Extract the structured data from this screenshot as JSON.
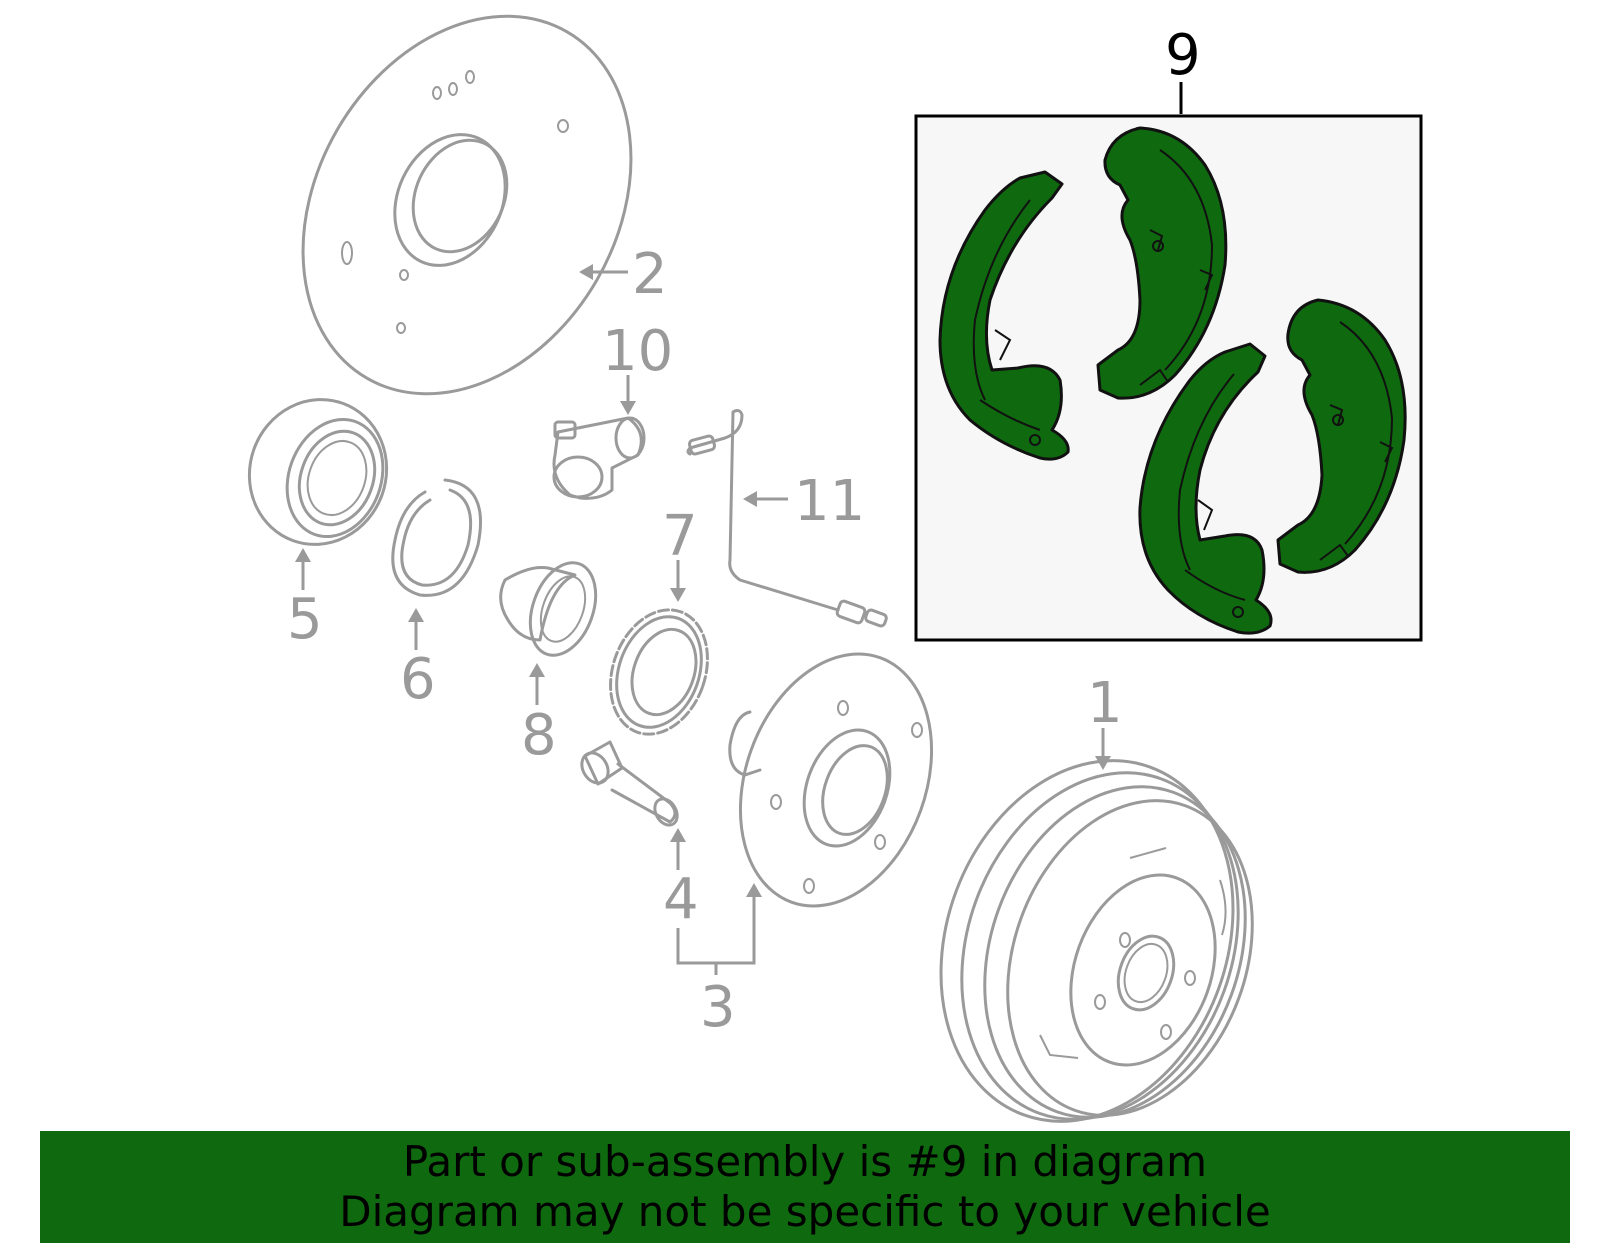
{
  "callouts": {
    "c1": "1",
    "c2": "2",
    "c3": "3",
    "c4": "4",
    "c5": "5",
    "c6": "6",
    "c7": "7",
    "c8": "8",
    "c9": "9",
    "c10": "10",
    "c11": "11"
  },
  "highlight": {
    "part_number": "9",
    "color": "#0f6a0f",
    "box_background": "#f7f7f7"
  },
  "banner": {
    "line1": "Part or sub-assembly is #9 in diagram",
    "line2": "Diagram may not be specific to your vehicle",
    "background": "#0f6a0f"
  },
  "colors": {
    "inactive_part": "#9a9a9a",
    "highlight_outline": "#111111"
  }
}
